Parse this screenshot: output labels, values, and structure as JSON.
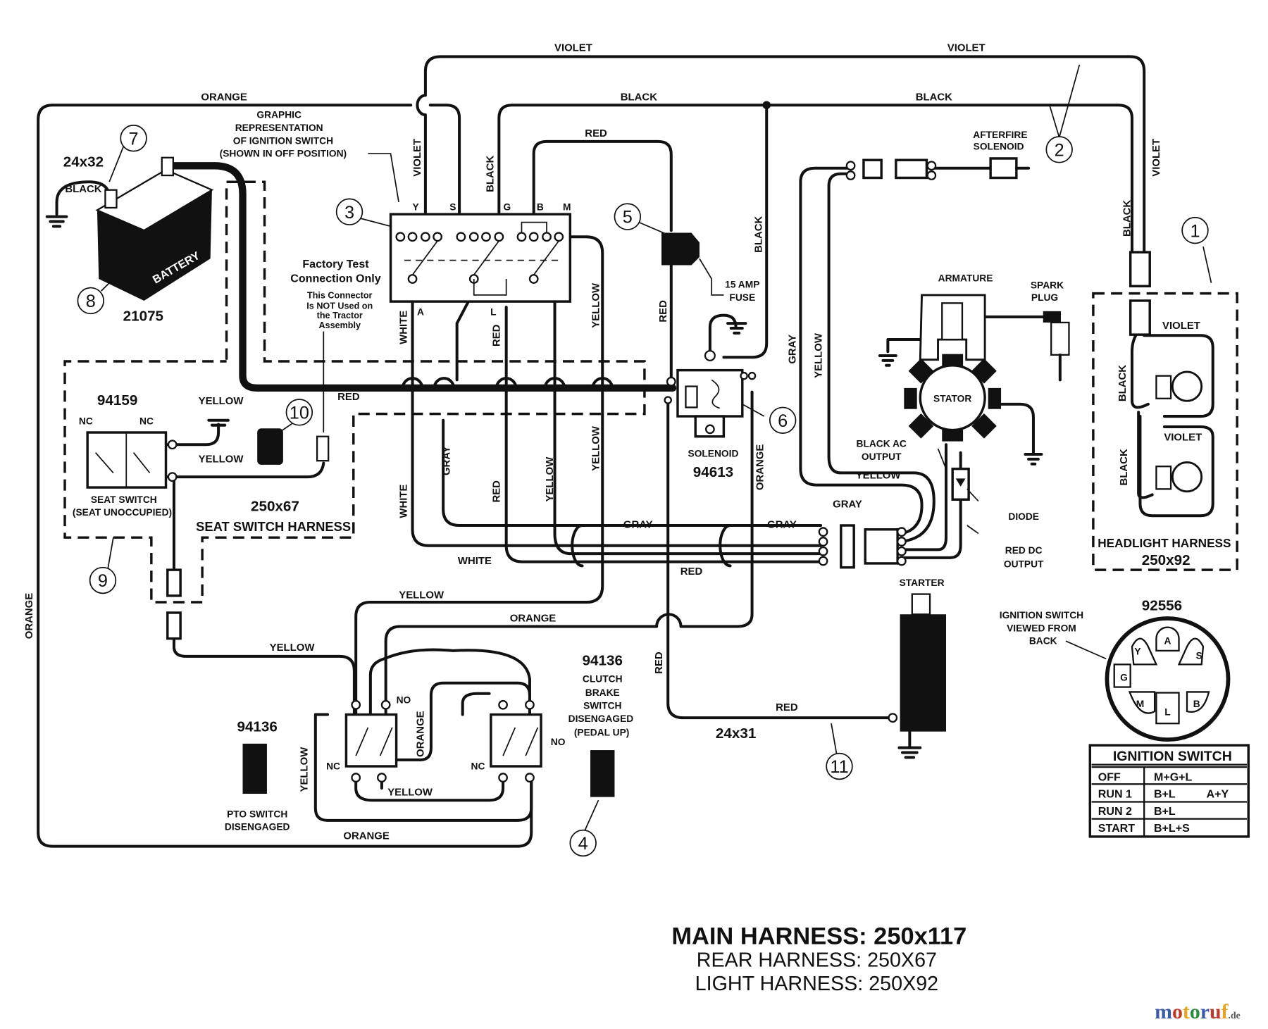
{
  "wire_labels": [
    "ORANGE",
    "VIOLET",
    "VIOLET",
    "BLACK",
    "BLACK",
    "RED",
    "VIOLET",
    "BLACK",
    "BLACK",
    "BLACK",
    "VIOLET",
    "BLACK",
    "YELLOW",
    "RED",
    "WHITE",
    "RED",
    "RED",
    "YELLOW",
    "YELLOW",
    "GRAY",
    "YELLOW",
    "GRAY",
    "RED",
    "YELLOW",
    "YELLOW",
    "WHITE",
    "ORANGE",
    "GRAY",
    "GRAY",
    "GRAY",
    "YELLOW",
    "WHITE",
    "RED",
    "YELLOW",
    "ORANGE",
    "YELLOW",
    "ORANGE",
    "RED",
    "RED",
    "ORANGE",
    "YELLOW",
    "YELLOW",
    "ORANGE",
    "VIOLET",
    "BLACK",
    "VIOLET",
    "BLACK"
  ],
  "ignition_graphic_note": [
    "GRAPHIC",
    "REPRESENTATION",
    "OF IGNITION SWITCH",
    "(SHOWN IN OFF POSITION)"
  ],
  "factory_test": {
    "title": [
      "Factory Test",
      "Connection Only"
    ],
    "note": [
      "This Connector",
      "Is NOT Used on",
      "the Tractor",
      "Assembly"
    ]
  },
  "switch_terminals": [
    "Y",
    "S",
    "G",
    "B",
    "M",
    "A",
    "L"
  ],
  "battery": {
    "cable": "24x32",
    "part": "21075",
    "label": "BATTERY"
  },
  "seat_switch": {
    "part": "94159",
    "nc1": "NC",
    "nc2": "NC",
    "name": "SEAT SWITCH",
    "state": "(SEAT UNOCCUPIED)",
    "harness_part": "250x67",
    "harness_name": "SEAT SWITCH HARNESS"
  },
  "fuse": [
    "15 AMP",
    "FUSE"
  ],
  "solenoid": {
    "name": "SOLENOID",
    "part": "94613"
  },
  "afterfire": [
    "AFTERFIRE",
    "SOLENOID"
  ],
  "armature": "ARMATURE",
  "spark_plug": [
    "SPARK",
    "PLUG"
  ],
  "stator": "STATOR",
  "black_ac": [
    "BLACK AC",
    "OUTPUT"
  ],
  "diode": "DIODE",
  "red_dc": [
    "RED DC",
    "OUTPUT"
  ],
  "headlight": {
    "name": "HEADLIGHT HARNESS",
    "part": "250x92"
  },
  "starter": {
    "name": "STARTER",
    "cable": "24x31"
  },
  "ignition_back": {
    "note": [
      "IGNITION SWITCH",
      "VIEWED FROM",
      "BACK"
    ],
    "part": "92556",
    "pins": [
      "A",
      "Y",
      "S",
      "G",
      "M",
      "L",
      "B"
    ]
  },
  "clutch_switch": {
    "part": "94136",
    "lines": [
      "CLUTCH",
      "BRAKE",
      "SWITCH",
      "DISENGAGED",
      "(PEDAL UP)"
    ],
    "no": "NO",
    "nc": "NC"
  },
  "pto_switch": {
    "part": "94136",
    "lines": [
      "PTO SWITCH",
      "DISENGAGED"
    ],
    "no": "NO",
    "nc": "NC"
  },
  "callouts": [
    "1",
    "2",
    "3",
    "4",
    "5",
    "6",
    "7",
    "8",
    "9",
    "10",
    "11"
  ],
  "ignition_table": {
    "title": "IGNITION SWITCH",
    "rows": [
      {
        "pos": "OFF",
        "a": "M+G+L",
        "b": ""
      },
      {
        "pos": "RUN 1",
        "a": "B+L",
        "b": "A+Y"
      },
      {
        "pos": "RUN 2",
        "a": "B+L",
        "b": ""
      },
      {
        "pos": "START",
        "a": "B+L+S",
        "b": ""
      }
    ]
  },
  "footer": {
    "main": "MAIN HARNESS: 250x117",
    "rear": "REAR HARNESS: 250X67",
    "light": "LIGHT HARNESS: 250X92"
  },
  "watermark": {
    "name": "motoruf",
    "tld": ".de",
    "colors": [
      "#3a5aa8",
      "#c0392b",
      "#e6a520",
      "#2e8b3e",
      "#3a5aa8",
      "#c0392b",
      "#e6a520"
    ]
  }
}
